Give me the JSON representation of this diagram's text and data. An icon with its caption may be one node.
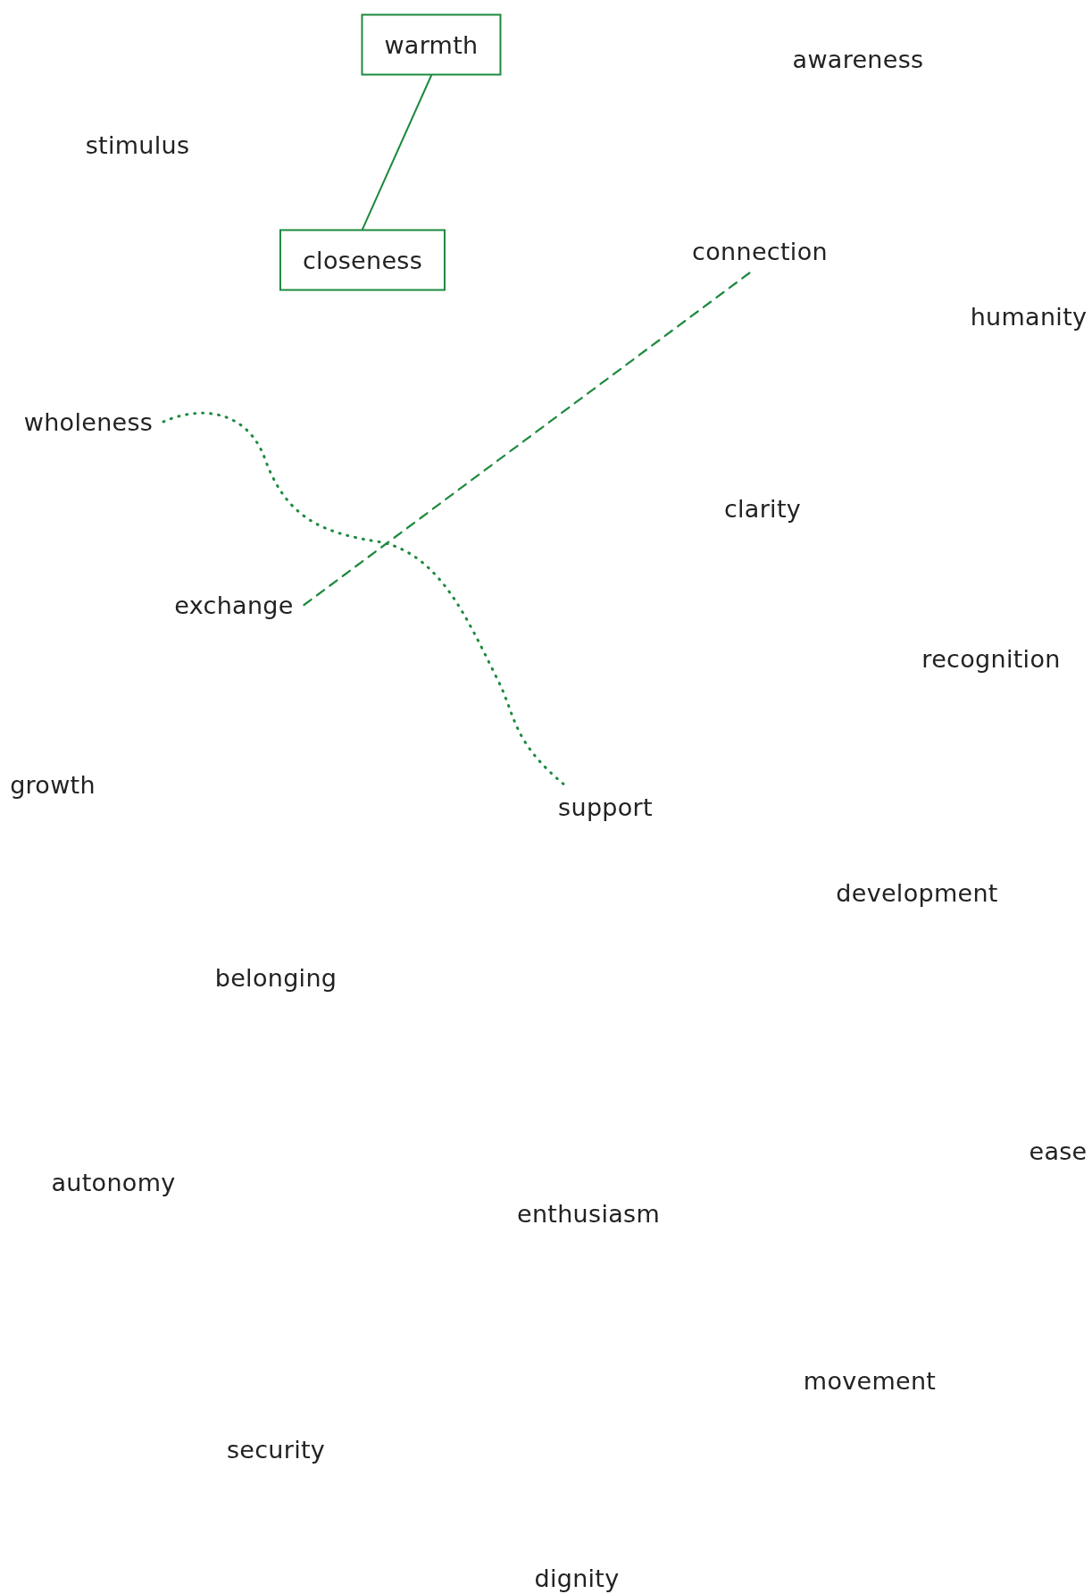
{
  "diagram": {
    "nodes": [
      {
        "text": [
          "warmth"
        ]
      },
      {
        "text": [
          "awareness"
        ]
      },
      {
        "text": [
          "stimulus"
        ]
      },
      {
        "text": [
          "closeness"
        ]
      },
      {
        "text": [
          "connection"
        ]
      },
      {
        "text": [
          "humanity"
        ]
      },
      {
        "text": [
          "wholeness"
        ]
      },
      {
        "text": [
          "clarity"
        ]
      },
      {
        "text": [
          "exchange"
        ]
      },
      {
        "text": [
          "recognition"
        ]
      },
      {
        "text": [
          "growth"
        ]
      },
      {
        "text": [
          "support"
        ]
      },
      {
        "text": [
          "development"
        ]
      },
      {
        "text": [
          "belonging"
        ]
      },
      {
        "text": [
          "ease"
        ]
      },
      {
        "text": [
          "autonomy"
        ]
      },
      {
        "text": [
          "enthusiasm"
        ]
      },
      {
        "text": [
          "movement"
        ]
      },
      {
        "text": [
          "security"
        ]
      },
      {
        "text": [
          "dignity"
        ]
      }
    ],
    "edges": [
      {
        "from": 0,
        "to": 3,
        "arrow": "none"
      },
      {
        "from": 6,
        "to": 11,
        "arrow": "none",
        "style": "dashed"
      },
      {
        "from": 8,
        "to": 4,
        "arrow": "none",
        "style": "dashed"
      }
    ]
  }
}
